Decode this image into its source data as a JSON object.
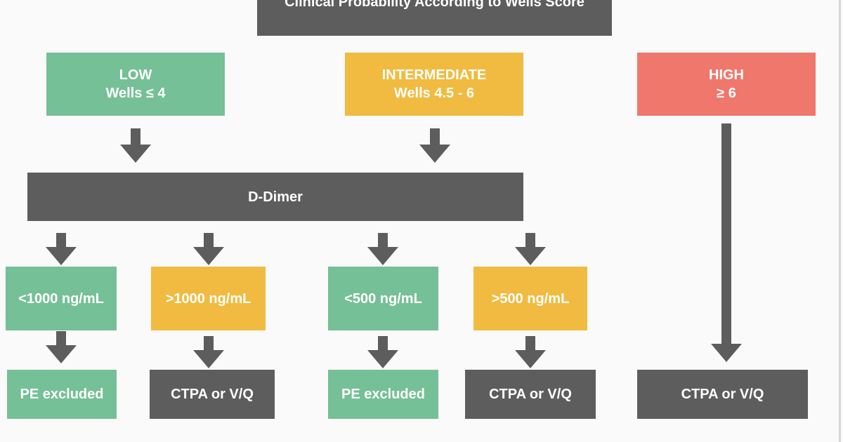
{
  "title": "Clinical Probability According to Wells Score",
  "levels": {
    "low": "LOW\nWells ≤ 4",
    "intermediate": "INTERMEDIATE\nWells 4.5 - 6",
    "high": "HIGH\n≥ 6"
  },
  "ddimer": "D-Dimer",
  "thresholds": [
    "<1000 ng/mL",
    ">1000 ng/mL",
    "<500 ng/mL",
    ">500 ng/mL"
  ],
  "outcomes": [
    "PE excluded",
    "CTPA or V/Q",
    "PE excluded",
    "CTPA or V/Q",
    "CTPA or V/Q"
  ],
  "colors": {
    "gray": "#5d5d5d",
    "green": "#75c096",
    "yellow": "#f0bb40",
    "red": "#ef776c"
  }
}
